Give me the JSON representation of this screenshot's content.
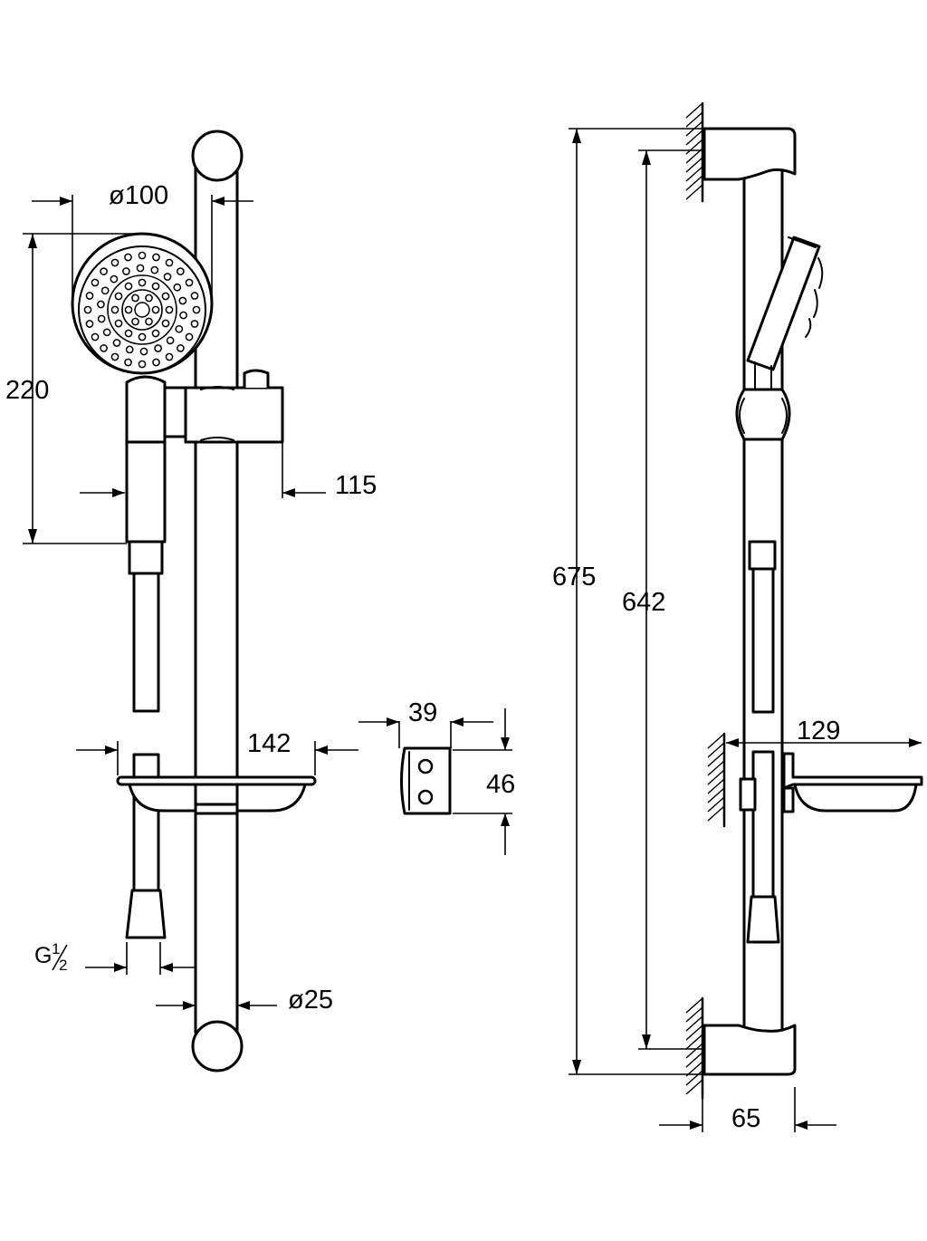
{
  "dimensions": {
    "head_diameter": "ø100",
    "head_height": "220",
    "holder_offset": "115",
    "dish_width_front": "142",
    "bracket_width": "39",
    "bracket_height": "46",
    "total_height": "675",
    "hole_spacing": "642",
    "dish_depth_side": "129",
    "wall_offset": "65",
    "rail_diameter": "ø25",
    "thread_main": "G",
    "thread_num": "1",
    "thread_den": "2"
  },
  "colors": {
    "line": "#000000",
    "background": "#ffffff"
  }
}
